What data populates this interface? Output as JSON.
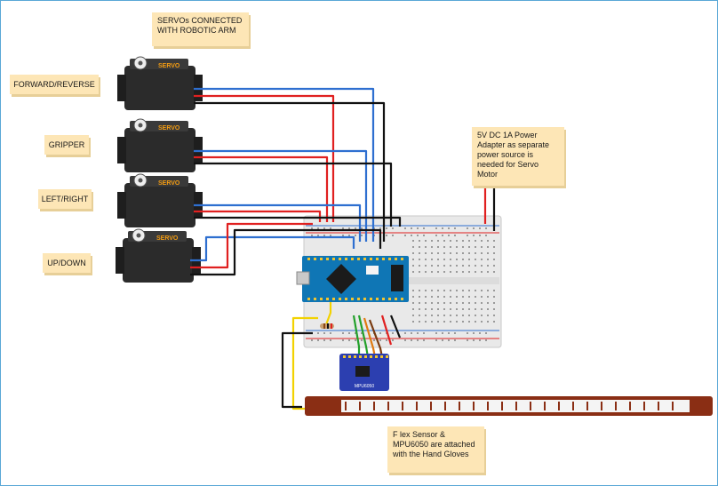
{
  "colors": {
    "note_bg": "#fde6b6",
    "wire_red": "#e02020",
    "wire_black": "#111111",
    "wire_blue": "#2e6fd0",
    "wire_yellow": "#f2d200",
    "wire_green": "#22a02a",
    "wire_orange": "#e07a10",
    "wire_brown": "#7a3b10",
    "arduino": "#0f76b5",
    "breadboard": "#e9e9e9",
    "flex_sensor": "#8a2e14"
  },
  "notes": {
    "servo_arm": "SERVOs CONNECTED WITH ROBOTIC ARM",
    "power": "5V DC 1A Power Adapter as separate power source is needed for Servo Motor",
    "flex": "F lex Sensor & MPU6050 are attached with the Hand Gloves"
  },
  "servo_labels": [
    "FORWARD/REVERSE",
    "GRIPPER",
    "LEFT/RIGHT",
    "UP/DOWN"
  ],
  "servo_brand": "SERVO",
  "mpu_label": "MPU6050"
}
